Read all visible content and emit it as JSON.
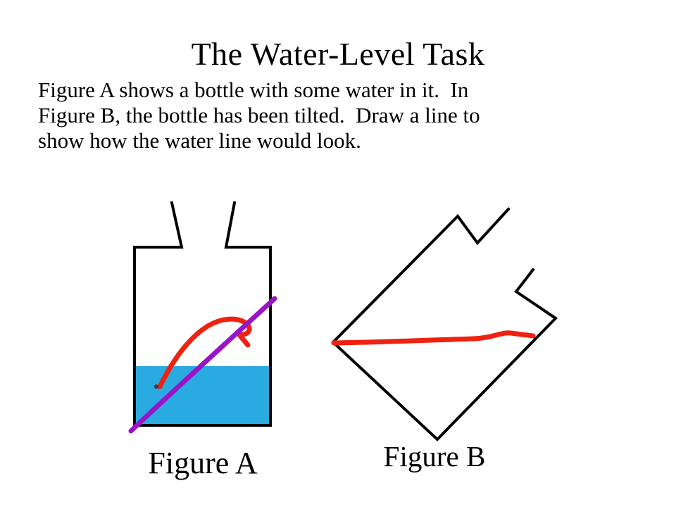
{
  "slide": {
    "title": "The Water-Level Task",
    "body_lines": [
      "Figure A shows a bottle with some water in it.  In",
      "Figure B, the bottle has been tilted.  Draw a line to",
      "show how the water line would look."
    ],
    "figure_a_label": "Figure A",
    "figure_b_label": "Figure B"
  },
  "colors": {
    "background": "#ffffff",
    "outline": "#000000",
    "water_fill": "#29abe2",
    "annotation_red": "#ee2211",
    "annotation_purple": "#9914c9",
    "ink_dot": "#3a3a3a"
  }
}
